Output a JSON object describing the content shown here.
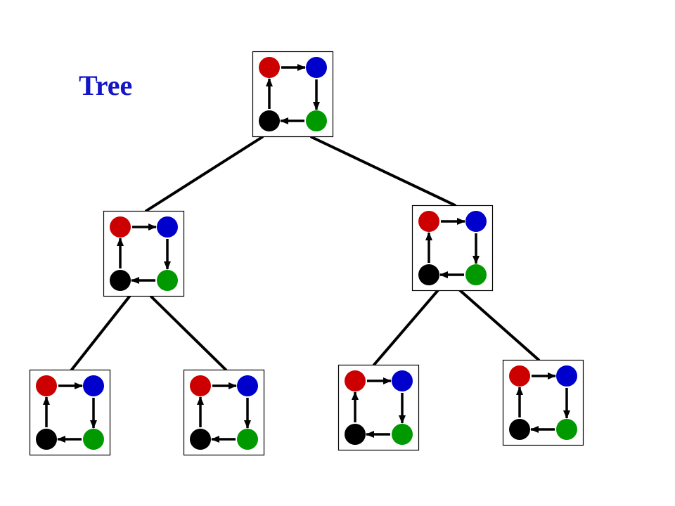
{
  "title": "Tree",
  "colors": {
    "title": "#1515c8",
    "edge": "#000000",
    "box_border": "#000000",
    "box_fill": "#ffffff",
    "node_red": "#cc0000",
    "node_blue": "#0000cc",
    "node_green": "#009900",
    "node_black": "#000000"
  },
  "tree": {
    "depth": 3,
    "nodes": [
      "root",
      "level1-left",
      "level1-right",
      "leaf-1",
      "leaf-2",
      "leaf-3",
      "leaf-4"
    ],
    "edges": [
      [
        "root",
        "level1-left"
      ],
      [
        "root",
        "level1-right"
      ],
      [
        "level1-left",
        "leaf-1"
      ],
      [
        "level1-left",
        "leaf-2"
      ],
      [
        "level1-right",
        "leaf-3"
      ],
      [
        "level1-right",
        "leaf-4"
      ]
    ],
    "node_graph": {
      "vertices": [
        "red",
        "blue",
        "green",
        "black"
      ],
      "directed_edges": [
        [
          "red",
          "blue"
        ],
        [
          "blue",
          "green"
        ],
        [
          "green",
          "black"
        ],
        [
          "black",
          "red"
        ]
      ]
    }
  }
}
